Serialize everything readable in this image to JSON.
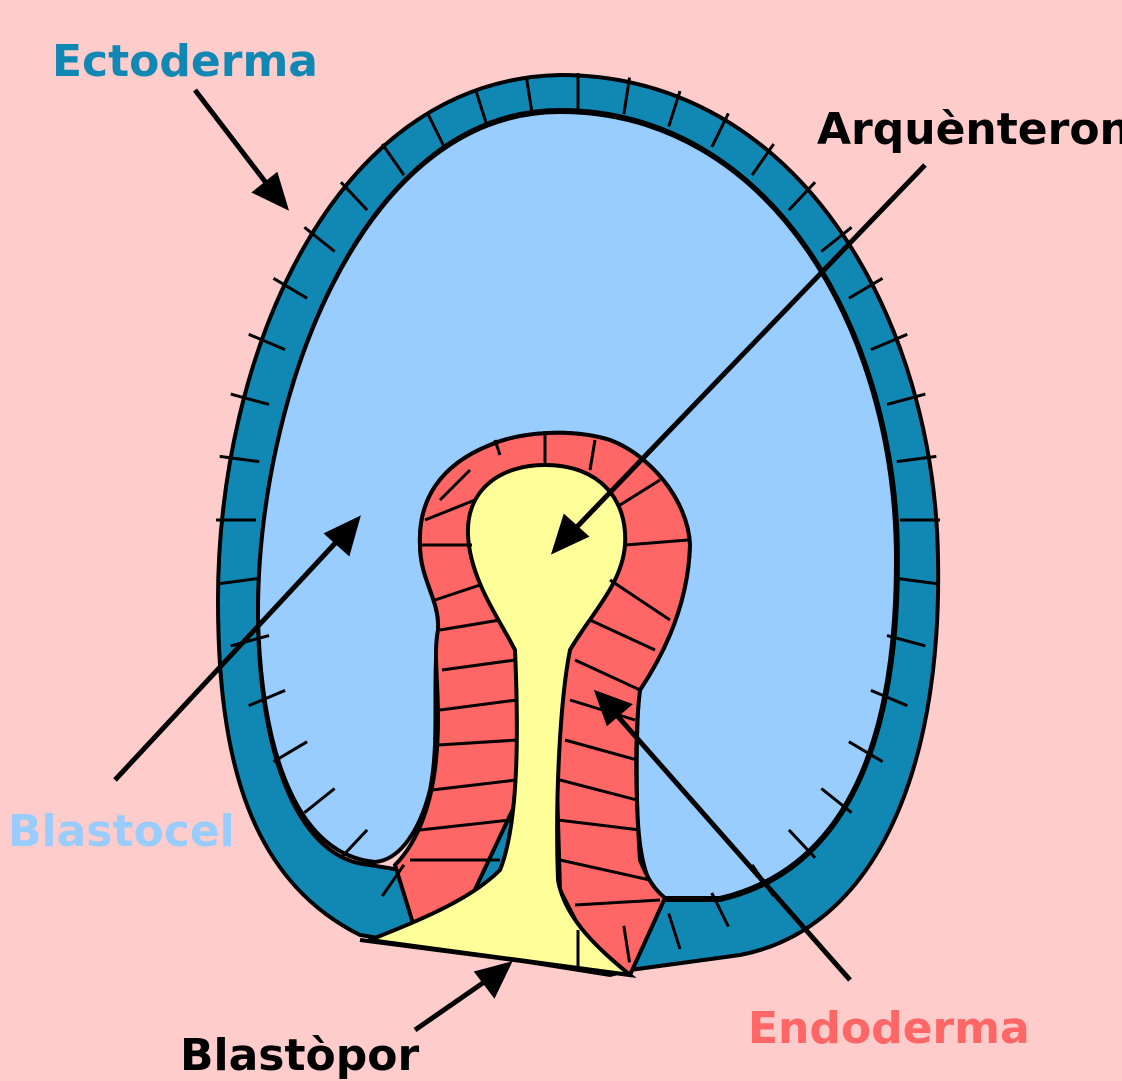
{
  "labels": {
    "ectoderm": "Ectoderma",
    "archenteron": "Arquènteron",
    "blastocoel": "Blastocel",
    "endoderm": "Endoderma",
    "blastopore": "Blastòpor"
  },
  "colors": {
    "background": "#ffcccc",
    "ectoderm": "#1188b4",
    "blastocoel": "#99ccff",
    "endoderm": "#ff6666",
    "archenteron": "#ffff99",
    "outline": "#000000",
    "ectoderm_label": "#1188b4",
    "blastocoel_label": "#99ccff",
    "endoderm_label": "#ff6666",
    "dark_label": "#000000"
  }
}
